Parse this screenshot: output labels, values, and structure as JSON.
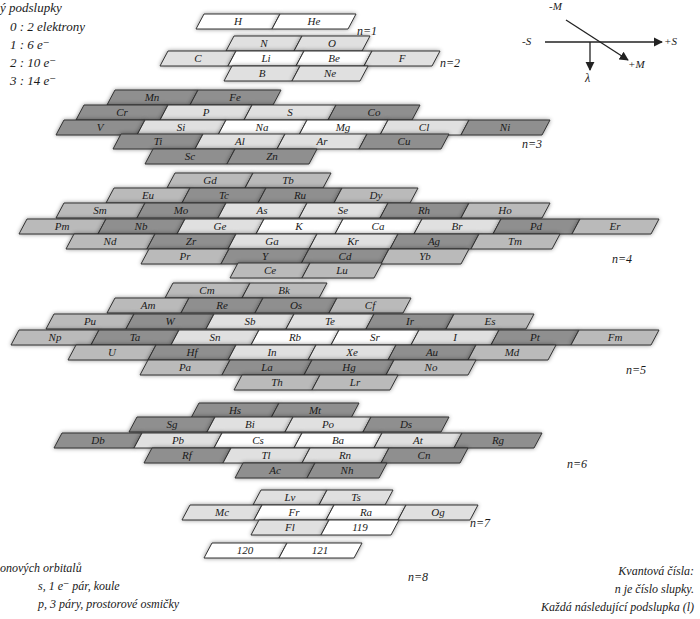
{
  "diagram": {
    "nodes": [
      {
        "text": [
          "H"
        ]
      },
      {
        "text": [
          "He"
        ]
      },
      {
        "text": [
          "N"
        ]
      },
      {
        "text": [
          "O"
        ]
      },
      {
        "text": [
          "C"
        ]
      },
      {
        "text": [
          "Li"
        ]
      },
      {
        "text": [
          "Be"
        ]
      },
      {
        "text": [
          "F"
        ]
      },
      {
        "text": [
          "B"
        ]
      },
      {
        "text": [
          "Ne"
        ]
      },
      {
        "text": [
          "Mn"
        ]
      },
      {
        "text": [
          "Fe"
        ]
      },
      {
        "text": [
          "Cr"
        ]
      },
      {
        "text": [
          "P"
        ]
      },
      {
        "text": [
          "S"
        ]
      },
      {
        "text": [
          "Co"
        ]
      },
      {
        "text": [
          "V"
        ]
      },
      {
        "text": [
          "Si"
        ]
      },
      {
        "text": [
          "Na"
        ]
      },
      {
        "text": [
          "Mg"
        ]
      },
      {
        "text": [
          "Cl"
        ]
      },
      {
        "text": [
          "Ni"
        ]
      },
      {
        "text": [
          "Ti"
        ]
      },
      {
        "text": [
          "Al"
        ]
      },
      {
        "text": [
          "Ar"
        ]
      },
      {
        "text": [
          "Cu"
        ]
      },
      {
        "text": [
          "Sc"
        ]
      },
      {
        "text": [
          "Zn"
        ]
      },
      {
        "text": [
          "Gd"
        ]
      },
      {
        "text": [
          "Tb"
        ]
      },
      {
        "text": [
          "Eu"
        ]
      },
      {
        "text": [
          "Tc"
        ]
      },
      {
        "text": [
          "Ru"
        ]
      },
      {
        "text": [
          "Dy"
        ]
      },
      {
        "text": [
          "Sm"
        ]
      },
      {
        "text": [
          "Mo"
        ]
      },
      {
        "text": [
          "As"
        ]
      },
      {
        "text": [
          "Se"
        ]
      },
      {
        "text": [
          "Rh"
        ]
      },
      {
        "text": [
          "Ho"
        ]
      },
      {
        "text": [
          "Pm"
        ]
      },
      {
        "text": [
          "Nb"
        ]
      },
      {
        "text": [
          "Ge"
        ]
      },
      {
        "text": [
          "K"
        ]
      },
      {
        "text": [
          "Ca"
        ]
      },
      {
        "text": [
          "Br"
        ]
      },
      {
        "text": [
          "Pd"
        ]
      },
      {
        "text": [
          "Er"
        ]
      },
      {
        "text": [
          "Nd"
        ]
      },
      {
        "text": [
          "Zr"
        ]
      },
      {
        "text": [
          "Ga"
        ]
      },
      {
        "text": [
          "Kr"
        ]
      },
      {
        "text": [
          "Ag"
        ]
      },
      {
        "text": [
          "Tm"
        ]
      },
      {
        "text": [
          "Pr"
        ]
      },
      {
        "text": [
          "Y"
        ]
      },
      {
        "text": [
          "Cd"
        ]
      },
      {
        "text": [
          "Yb"
        ]
      },
      {
        "text": [
          "Ce"
        ]
      },
      {
        "text": [
          "Lu"
        ]
      },
      {
        "text": [
          "Cm"
        ]
      },
      {
        "text": [
          "Bk"
        ]
      },
      {
        "text": [
          "Am"
        ]
      },
      {
        "text": [
          "Re"
        ]
      },
      {
        "text": [
          "Os"
        ]
      },
      {
        "text": [
          "Cf"
        ]
      },
      {
        "text": [
          "Pu"
        ]
      },
      {
        "text": [
          "W"
        ]
      },
      {
        "text": [
          "Sb"
        ]
      },
      {
        "text": [
          "Te"
        ]
      },
      {
        "text": [
          "Ir"
        ]
      },
      {
        "text": [
          "Es"
        ]
      },
      {
        "text": [
          "Np"
        ]
      },
      {
        "text": [
          "Ta"
        ]
      },
      {
        "text": [
          "Sn"
        ]
      },
      {
        "text": [
          "Rb"
        ]
      },
      {
        "text": [
          "Sr"
        ]
      },
      {
        "text": [
          "I"
        ]
      },
      {
        "text": [
          "Pt"
        ]
      },
      {
        "text": [
          "Fm"
        ]
      },
      {
        "text": [
          "U"
        ]
      },
      {
        "text": [
          "Hf"
        ]
      },
      {
        "text": [
          "In"
        ]
      },
      {
        "text": [
          "Xe"
        ]
      },
      {
        "text": [
          "Au"
        ]
      },
      {
        "text": [
          "Md"
        ]
      },
      {
        "text": [
          "Pa"
        ]
      },
      {
        "text": [
          "La"
        ]
      },
      {
        "text": [
          "Hg"
        ]
      },
      {
        "text": [
          "No"
        ]
      },
      {
        "text": [
          "Th"
        ]
      },
      {
        "text": [
          "Lr"
        ]
      },
      {
        "text": [
          "Hs"
        ]
      },
      {
        "text": [
          "Mt"
        ]
      },
      {
        "text": [
          "Sg"
        ]
      },
      {
        "text": [
          "Bi"
        ]
      },
      {
        "text": [
          "Po"
        ]
      },
      {
        "text": [
          "Ds"
        ]
      },
      {
        "text": [
          "Db"
        ]
      },
      {
        "text": [
          "Pb"
        ]
      },
      {
        "text": [
          "Cs"
        ]
      },
      {
        "text": [
          "Ba"
        ]
      },
      {
        "text": [
          "At"
        ]
      },
      {
        "text": [
          "Rg"
        ]
      },
      {
        "text": [
          "Rf"
        ]
      },
      {
        "text": [
          "Tl"
        ]
      },
      {
        "text": [
          "Rn"
        ]
      },
      {
        "text": [
          "Cn"
        ]
      },
      {
        "text": [
          "Ac"
        ]
      },
      {
        "text": [
          "Nh"
        ]
      },
      {
        "text": [
          "Lv"
        ]
      },
      {
        "text": [
          "Ts"
        ]
      },
      {
        "text": [
          "Mc"
        ]
      },
      {
        "text": [
          "Fr"
        ]
      },
      {
        "text": [
          "Ra"
        ]
      },
      {
        "text": [
          "Og"
        ]
      },
      {
        "text": [
          "Fl"
        ]
      },
      {
        "text": [
          "119"
        ]
      },
      {
        "text": [
          "120"
        ]
      },
      {
        "text": [
          "121"
        ]
      }
    ],
    "labels": [
      "ý podslupky",
      "0 : 2 elektrony",
      "1 : 6 e⁻",
      "2 : 10 e⁻",
      "3 : 14 e⁻",
      "-M",
      "-S",
      "+S",
      "+M",
      "λ",
      "n=1",
      "n=2",
      "n=3",
      "n=4",
      "n=5",
      "n=6",
      "n=7",
      "n=8",
      "onových orbitalů",
      "s, 1 e⁻ pár, koule",
      "p, 3 páry, prostorové osmičky",
      "Kvantová čísla:",
      "n je číslo slupky.",
      "Každá následující podslupka (l)"
    ]
  }
}
